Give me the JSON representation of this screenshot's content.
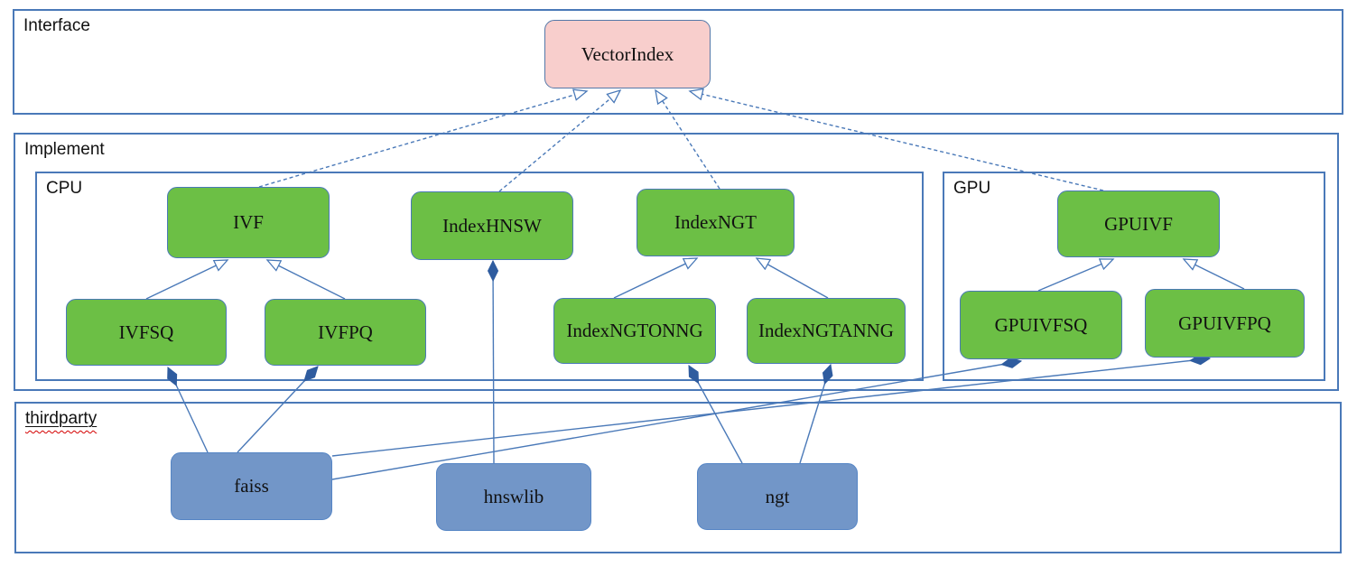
{
  "diagram": {
    "containers": {
      "interface": {
        "label": "Interface"
      },
      "implement": {
        "label": "Implement"
      },
      "cpu": {
        "label": "CPU"
      },
      "gpu": {
        "label": "GPU"
      },
      "thirdparty": {
        "label": "thirdparty"
      }
    },
    "nodes": {
      "vectorindex": {
        "label": "VectorIndex",
        "group": "interface"
      },
      "ivf": {
        "label": "IVF",
        "group": "cpu"
      },
      "indexhnsw": {
        "label": "IndexHNSW",
        "group": "cpu"
      },
      "indexngt": {
        "label": "IndexNGT",
        "group": "cpu"
      },
      "ivfsq": {
        "label": "IVFSQ",
        "group": "cpu"
      },
      "ivfpq": {
        "label": "IVFPQ",
        "group": "cpu"
      },
      "indexngtonng": {
        "label": "IndexNGTONNG",
        "group": "cpu"
      },
      "indexngtanng": {
        "label": "IndexNGTANNG",
        "group": "cpu"
      },
      "gpuivf": {
        "label": "GPUIVF",
        "group": "gpu"
      },
      "gpuivfsq": {
        "label": "GPUIVFSQ",
        "group": "gpu"
      },
      "gpuivfpq": {
        "label": "GPUIVFPQ",
        "group": "gpu"
      },
      "faiss": {
        "label": "faiss",
        "group": "thirdparty"
      },
      "hnswlib": {
        "label": "hnswlib",
        "group": "thirdparty"
      },
      "ngt": {
        "label": "ngt",
        "group": "thirdparty"
      }
    },
    "edges": [
      {
        "from": "ivf",
        "to": "vectorindex",
        "type": "realization-dashed-hollow-arrow"
      },
      {
        "from": "indexhnsw",
        "to": "vectorindex",
        "type": "realization-dashed-hollow-arrow"
      },
      {
        "from": "indexngt",
        "to": "vectorindex",
        "type": "realization-dashed-hollow-arrow"
      },
      {
        "from": "gpuivf",
        "to": "vectorindex",
        "type": "realization-dashed-hollow-arrow"
      },
      {
        "from": "ivfsq",
        "to": "ivf",
        "type": "inheritance-hollow-arrow"
      },
      {
        "from": "ivfpq",
        "to": "ivf",
        "type": "inheritance-hollow-arrow"
      },
      {
        "from": "indexngtonng",
        "to": "indexngt",
        "type": "inheritance-hollow-arrow"
      },
      {
        "from": "indexngtanng",
        "to": "indexngt",
        "type": "inheritance-hollow-arrow"
      },
      {
        "from": "gpuivfsq",
        "to": "gpuivf",
        "type": "inheritance-hollow-arrow"
      },
      {
        "from": "gpuivfpq",
        "to": "gpuivf",
        "type": "inheritance-hollow-arrow"
      },
      {
        "from": "faiss",
        "to": "ivfsq",
        "type": "composition-filled-diamond"
      },
      {
        "from": "faiss",
        "to": "ivfpq",
        "type": "composition-filled-diamond"
      },
      {
        "from": "hnswlib",
        "to": "indexhnsw",
        "type": "composition-filled-diamond"
      },
      {
        "from": "ngt",
        "to": "indexngtonng",
        "type": "composition-filled-diamond"
      },
      {
        "from": "ngt",
        "to": "indexngtanng",
        "type": "composition-filled-diamond"
      },
      {
        "from": "faiss",
        "to": "gpuivfsq",
        "type": "composition-filled-diamond"
      },
      {
        "from": "faiss",
        "to": "gpuivfpq",
        "type": "composition-filled-diamond"
      }
    ],
    "colors": {
      "container_border": "#4a79b8",
      "wire": "#4a79b8",
      "diamond_fill": "#2f5c9f",
      "node_green": "#6cbf45",
      "node_pink": "#f8cecc",
      "node_blue": "#7296c8",
      "spellcheck_wavy": "#d40000",
      "text": "#111111"
    }
  }
}
